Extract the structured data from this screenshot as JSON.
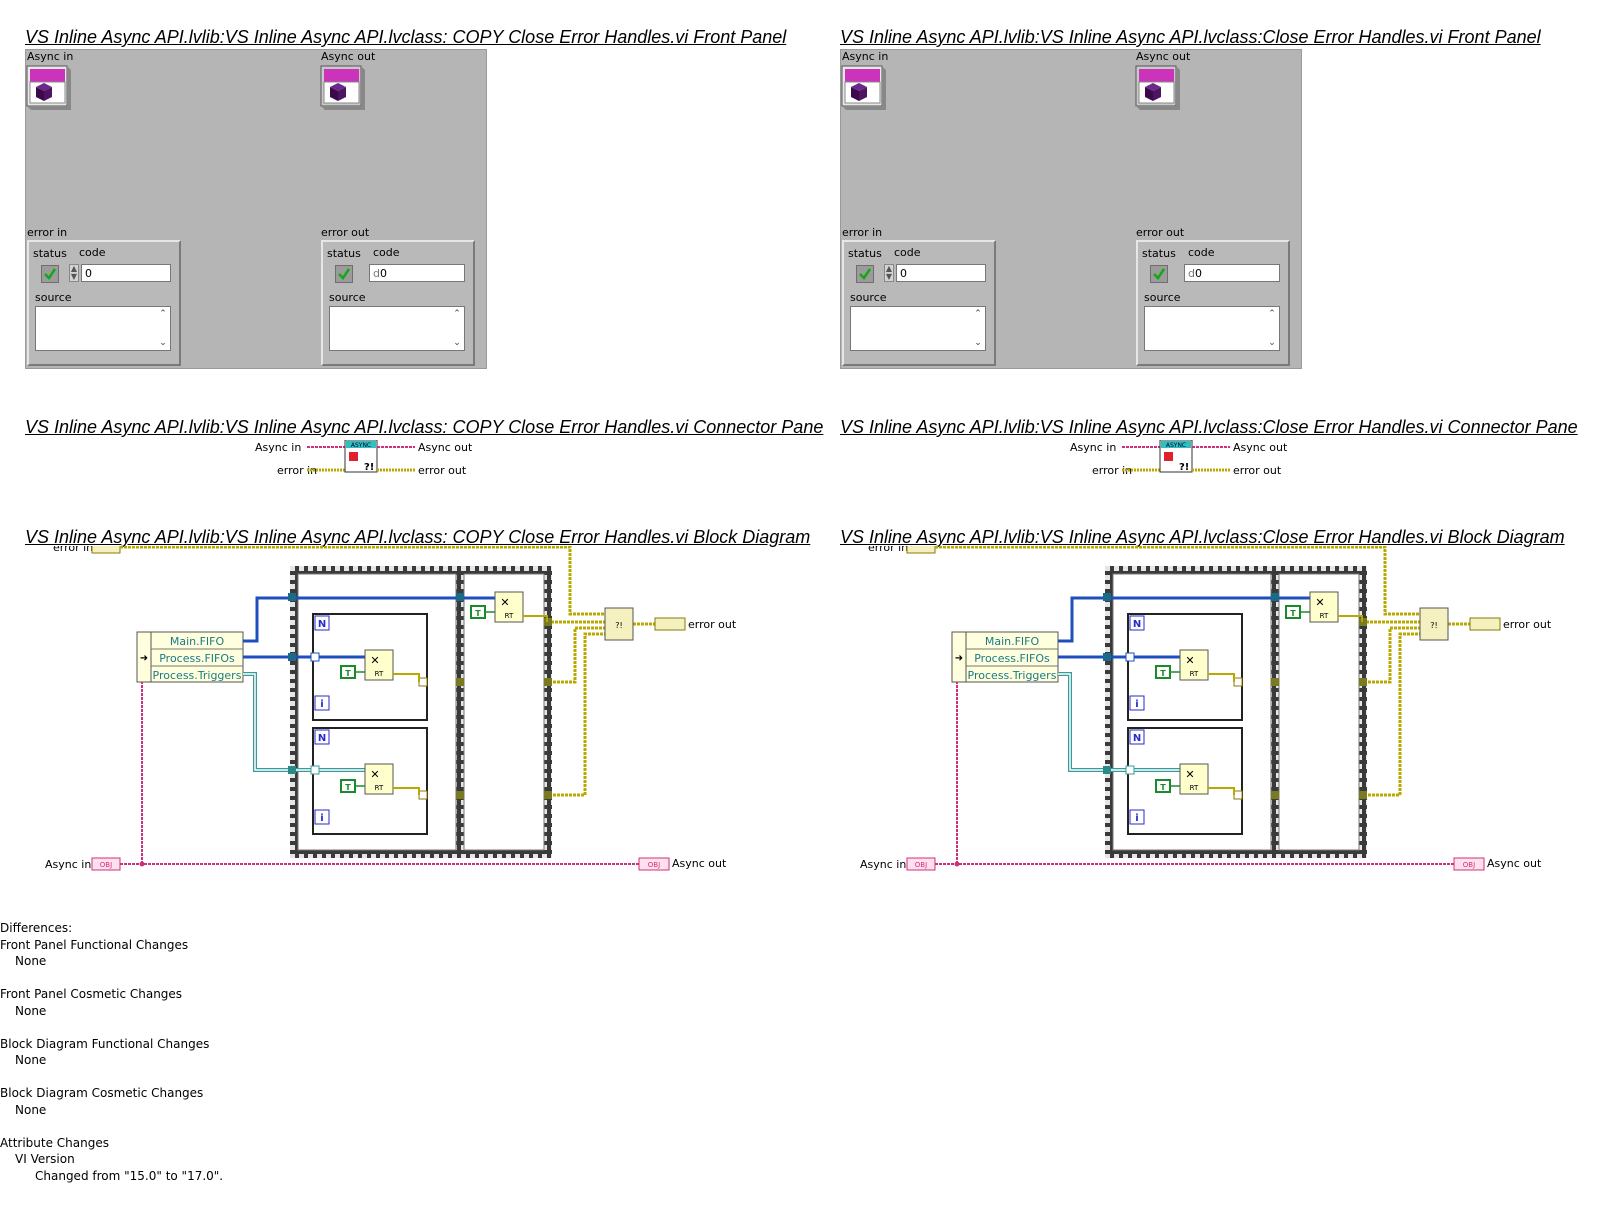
{
  "columns": [
    {
      "vi_name": "VS Inline Async API.lvlib:VS Inline Async API.lvclass:  COPY  Close Error Handles.vi",
      "front_panel_title": "VS Inline Async API.lvlib:VS Inline Async API.lvclass:  COPY  Close Error Handles.vi Front Panel",
      "connector_pane_title": "VS Inline Async API.lvlib:VS Inline Async API.lvclass:  COPY  Close Error Handles.vi Connector Pane",
      "block_diagram_title": "VS Inline Async API.lvlib:VS Inline Async API.lvclass:  COPY  Close Error Handles.vi Block Diagram"
    },
    {
      "vi_name": "VS Inline Async API.lvlib:VS Inline Async API.lvclass:Close Error Handles.vi",
      "front_panel_title": "VS Inline Async API.lvlib:VS Inline Async API.lvclass:Close Error Handles.vi Front Panel",
      "connector_pane_title": "VS Inline Async API.lvlib:VS Inline Async API.lvclass:Close Error Handles.vi Connector Pane",
      "block_diagram_title": "VS Inline Async API.lvlib:VS Inline Async API.lvclass:Close Error Handles.vi Block Diagram"
    }
  ],
  "front_panel": {
    "async_in_label": "Async in",
    "async_out_label": "Async out",
    "error_in_label": "error in",
    "error_out_label": "error out",
    "status_label": "status",
    "code_label": "code",
    "source_label": "source",
    "code_value": "0",
    "code_prefix": "d"
  },
  "connector_pane": {
    "async_in": "Async in",
    "async_out": "Async out",
    "error_in": "error in",
    "error_out": "error out",
    "icon_banner": "ASYNC",
    "icon_glyph": "?!"
  },
  "block_diagram": {
    "error_in": "error in",
    "error_out": "error out",
    "async_in": "Async in",
    "async_out": "Async out",
    "unbundle_items": [
      "Main.FIFO",
      "Process.FIFOs",
      "Process.Triggers"
    ],
    "obj_tag": "OBJ",
    "loop_count": "N",
    "loop_index": "i",
    "true_const": "T",
    "rt_label": "RT"
  },
  "colors": {
    "panel_bg": "#b5b5b5",
    "error_wire": "#b8a800",
    "class_wire": "#d0307a",
    "ref_wire": "#1f4fbf",
    "array_wire": "#3a9a9a",
    "bool_green": "#1a8a2a"
  },
  "differences": {
    "heading": "Differences:",
    "sections": [
      {
        "title": "Front Panel Functional Changes",
        "items": [
          "None"
        ]
      },
      {
        "title": "Front Panel Cosmetic Changes",
        "items": [
          "None"
        ]
      },
      {
        "title": "Block Diagram Functional Changes",
        "items": [
          "None"
        ]
      },
      {
        "title": "Block Diagram Cosmetic Changes",
        "items": [
          "None"
        ]
      },
      {
        "title": "Attribute Changes",
        "items": [
          "VI Version"
        ],
        "detail": "Changed from \"15.0\" to \"17.0\"."
      }
    ]
  }
}
